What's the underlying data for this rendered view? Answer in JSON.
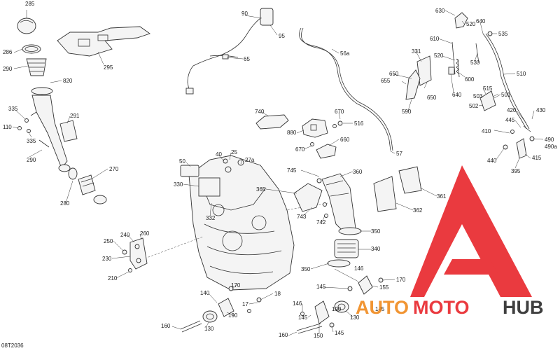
{
  "diagram": {
    "drawing_code": "08T2036",
    "callouts": [
      {
        "key": "c285",
        "text": "285"
      },
      {
        "key": "c286",
        "text": "286"
      },
      {
        "key": "c290a",
        "text": "290"
      },
      {
        "key": "c820",
        "text": "820"
      },
      {
        "key": "c335a",
        "text": "335"
      },
      {
        "key": "c110",
        "text": "110"
      },
      {
        "key": "c335b",
        "text": "335"
      },
      {
        "key": "c291",
        "text": "291"
      },
      {
        "key": "c290b",
        "text": "290"
      },
      {
        "key": "c270",
        "text": "270"
      },
      {
        "key": "c280",
        "text": "280"
      },
      {
        "key": "c295",
        "text": "295"
      },
      {
        "key": "c90",
        "text": "90"
      },
      {
        "key": "c95",
        "text": "95"
      },
      {
        "key": "c65",
        "text": "65"
      },
      {
        "key": "c56a",
        "text": "56a"
      },
      {
        "key": "c57",
        "text": "57"
      },
      {
        "key": "c740",
        "text": "740"
      },
      {
        "key": "c670a",
        "text": "670"
      },
      {
        "key": "c516",
        "text": "516"
      },
      {
        "key": "c880",
        "text": "880"
      },
      {
        "key": "c660",
        "text": "660"
      },
      {
        "key": "c670b",
        "text": "670"
      },
      {
        "key": "c630",
        "text": "630"
      },
      {
        "key": "c520a",
        "text": "520"
      },
      {
        "key": "c640a",
        "text": "640"
      },
      {
        "key": "c535",
        "text": "535"
      },
      {
        "key": "c610",
        "text": "610"
      },
      {
        "key": "c520b",
        "text": "520"
      },
      {
        "key": "c530",
        "text": "530"
      },
      {
        "key": "c331",
        "text": "331"
      },
      {
        "key": "c650a",
        "text": "650"
      },
      {
        "key": "c655",
        "text": "655"
      },
      {
        "key": "c600",
        "text": "600"
      },
      {
        "key": "c510",
        "text": "510"
      },
      {
        "key": "c640b",
        "text": "640"
      },
      {
        "key": "c515",
        "text": "515"
      },
      {
        "key": "c503",
        "text": "503"
      },
      {
        "key": "c501",
        "text": "501"
      },
      {
        "key": "c650b",
        "text": "650"
      },
      {
        "key": "c502",
        "text": "502"
      },
      {
        "key": "c590",
        "text": "590"
      },
      {
        "key": "c420",
        "text": "420"
      },
      {
        "key": "c430",
        "text": "430"
      },
      {
        "key": "c445",
        "text": "445"
      },
      {
        "key": "c410",
        "text": "410"
      },
      {
        "key": "c490",
        "text": "490"
      },
      {
        "key": "c490a",
        "text": "490a"
      },
      {
        "key": "c440",
        "text": "440"
      },
      {
        "key": "c415",
        "text": "415"
      },
      {
        "key": "c395",
        "text": "395"
      },
      {
        "key": "c40",
        "text": "40"
      },
      {
        "key": "c25",
        "text": "25"
      },
      {
        "key": "c27a",
        "text": "27a"
      },
      {
        "key": "c50",
        "text": "50"
      },
      {
        "key": "c330",
        "text": "330"
      },
      {
        "key": "c332",
        "text": "332"
      },
      {
        "key": "c745",
        "text": "745"
      },
      {
        "key": "c360",
        "text": "360"
      },
      {
        "key": "c365",
        "text": "365"
      },
      {
        "key": "c743",
        "text": "743"
      },
      {
        "key": "c742",
        "text": "742"
      },
      {
        "key": "c350a",
        "text": "350"
      },
      {
        "key": "c340",
        "text": "340"
      },
      {
        "key": "c350b",
        "text": "350"
      },
      {
        "key": "c361",
        "text": "361"
      },
      {
        "key": "c362",
        "text": "362"
      },
      {
        "key": "c240",
        "text": "240"
      },
      {
        "key": "c260",
        "text": "260"
      },
      {
        "key": "c250",
        "text": "250"
      },
      {
        "key": "c230",
        "text": "230"
      },
      {
        "key": "c210",
        "text": "210"
      },
      {
        "key": "c170a",
        "text": "170"
      },
      {
        "key": "c18",
        "text": "18"
      },
      {
        "key": "c140",
        "text": "140"
      },
      {
        "key": "c17",
        "text": "17"
      },
      {
        "key": "c190a",
        "text": "190"
      },
      {
        "key": "c130a",
        "text": "130"
      },
      {
        "key": "c160a",
        "text": "160"
      },
      {
        "key": "c146a",
        "text": "146"
      },
      {
        "key": "c145a",
        "text": "145"
      },
      {
        "key": "c170b",
        "text": "170"
      },
      {
        "key": "c155",
        "text": "155"
      },
      {
        "key": "c145b",
        "text": "145"
      },
      {
        "key": "c146b",
        "text": "146"
      },
      {
        "key": "c145c",
        "text": "145"
      },
      {
        "key": "c190b",
        "text": "190"
      },
      {
        "key": "c130b",
        "text": "130"
      },
      {
        "key": "c160b",
        "text": "160"
      },
      {
        "key": "c150",
        "text": "150"
      },
      {
        "key": "c145d",
        "text": "145"
      }
    ]
  },
  "watermark": {
    "part1": "AUTO",
    "part2": "MOTO",
    "part3": "HUB",
    "color_red": "#e8252b",
    "color_orange": "#f08a1e",
    "color_dark": "#2b2b2b"
  }
}
